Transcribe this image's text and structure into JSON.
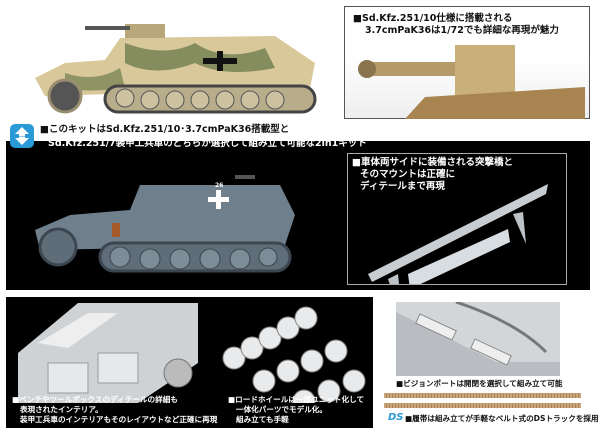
{
  "top_caption": {
    "line1": "■Sd.Kfz.251/10仕様に搭載される",
    "line2": "3.7cmPaK36は1/72でも詳細な再現が魅力"
  },
  "kit_caption": {
    "line1": "■このキットはSd.Kfz.251/10･3.7cmPaK36搭載型と",
    "line2": "Sd.Kfz.251/7装甲工兵車のどちらか選択して組み立て可能な2in1キット"
  },
  "bridge_caption": {
    "line1": "■車体両サイドに装備される突撃橋と",
    "line2": "そのマウントは正確に",
    "line3": "ディテールまで再現"
  },
  "interior_caption": {
    "line1": "■ベンチやツールボックスのディテールの詳細も",
    "line2": "表現されたインテリア。",
    "line3": "装甲工兵車のインテリアもそのレイアウトなど正確に再現"
  },
  "wheel_caption": {
    "line1": "■ロードホイールは一部ユニット化して",
    "line2": "一体化パーツでモデル化。",
    "line3": "組み立ても手軽"
  },
  "vision_caption": "■ビジョンポートは開閉を選択して組み立て可能",
  "track_caption": "■履帯は組み立てが手軽なベルト式のDSトラックを採用",
  "ds_logo": "DS",
  "vehicle_marking": "26",
  "colors": {
    "camo_base": "#d9c99a",
    "camo_green": "#6f7d4f",
    "grey": "#6f7f8c",
    "accent_blue": "#2a9ad6",
    "track": "#c9a57a"
  }
}
